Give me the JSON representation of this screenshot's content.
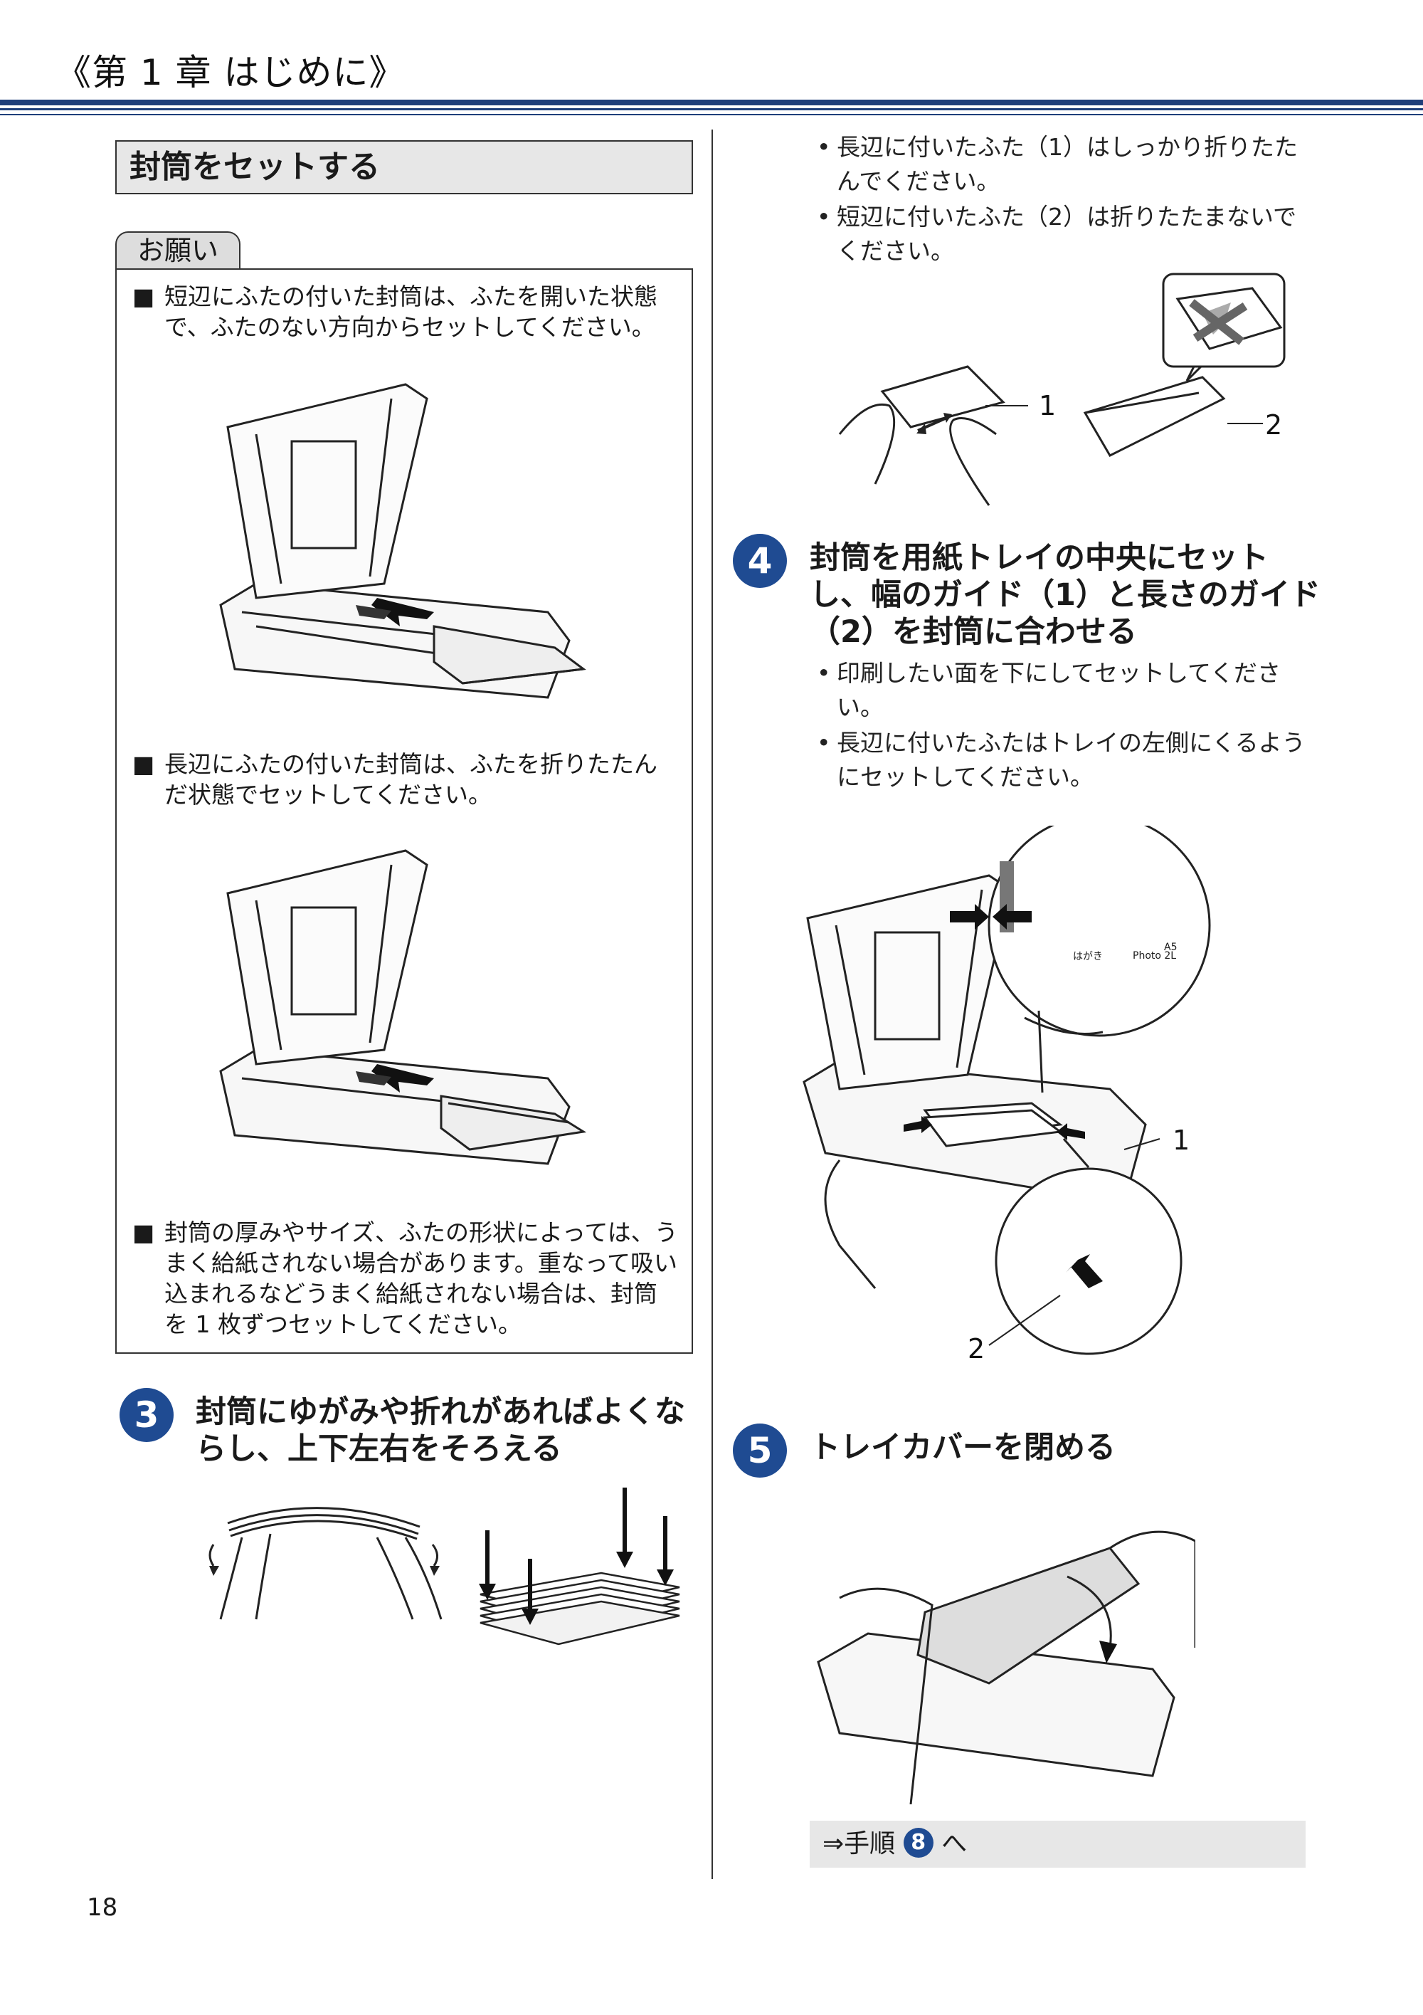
{
  "header": {
    "chapter_title": "《第 1 章 はじめに》"
  },
  "left": {
    "section_title": "封筒をセットする",
    "notice_label": "お願い",
    "notice_items": [
      "短辺にふたの付いた封筒は、ふたを開いた状態で、ふたのない方向からセットしてください。",
      "長辺にふたの付いた封筒は、ふたを折りたたんだ状態でセットしてください。",
      "封筒の厚みやサイズ、ふたの形状によっては、うまく給紙されない場合があります。重なって吸い込まれるなどうまく給紙されない場合は、封筒を 1 枚ずつセットしてください。"
    ],
    "step3": {
      "number": "3",
      "text": "封筒にゆがみや折れがあればよくならし、上下左右をそろえる"
    }
  },
  "right": {
    "top_bullets": [
      "長辺に付いたふた（1）はしっかり折りたたんでください。",
      "短辺に付いたふた（2）は折りたたまないでください。"
    ],
    "flap_callouts": [
      "1",
      "2"
    ],
    "step4": {
      "number": "4",
      "text": "封筒を用紙トレイの中央にセットし、幅のガイド（1）と長さのガイド（2）を封筒に合わせる",
      "bullets": [
        "印刷したい面を下にしてセットしてください。",
        "長辺に付いたふたはトレイの左側にくるようにセットしてください。"
      ],
      "callouts": [
        "1",
        "2"
      ],
      "tray_labels": [
        "はがき",
        "A5",
        "Photo 2L"
      ]
    },
    "step5": {
      "number": "5",
      "text": "トレイカバーを閉める"
    },
    "next_step": {
      "prefix": "⇒手順",
      "number": "8",
      "suffix": "へ"
    }
  },
  "footer": {
    "page_number": "18"
  },
  "colors": {
    "accent": "#1f4b92",
    "rule": "#1f3f7a",
    "heading_bg": "#e7e7e7"
  }
}
